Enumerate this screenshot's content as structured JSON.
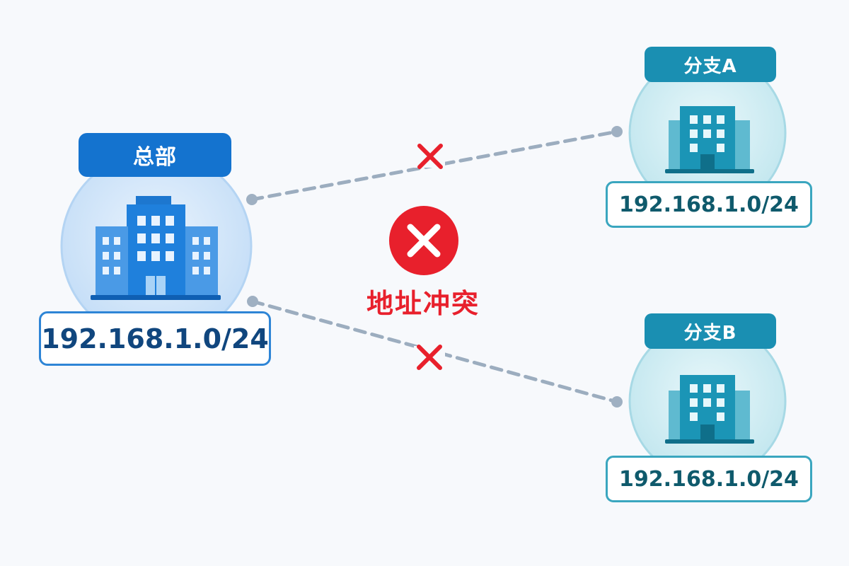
{
  "diagram": {
    "headquarters": {
      "label": "总部",
      "ip": "192.168.1.0/24",
      "icon": "office-building-icon"
    },
    "branches": [
      {
        "label": "分支A",
        "ip": "192.168.1.0/24",
        "icon": "office-building-icon"
      },
      {
        "label": "分支B",
        "ip": "192.168.1.0/24",
        "icon": "office-building-icon"
      }
    ],
    "conflict": {
      "label": "地址冲突",
      "icon": "error-x-icon"
    },
    "link_status_icon": "cross-mark-icon",
    "colors": {
      "hq_accent": "#1473cf",
      "branch_accent": "#1a8fb2",
      "error": "#e8202c",
      "link": "#9cadbf"
    }
  }
}
